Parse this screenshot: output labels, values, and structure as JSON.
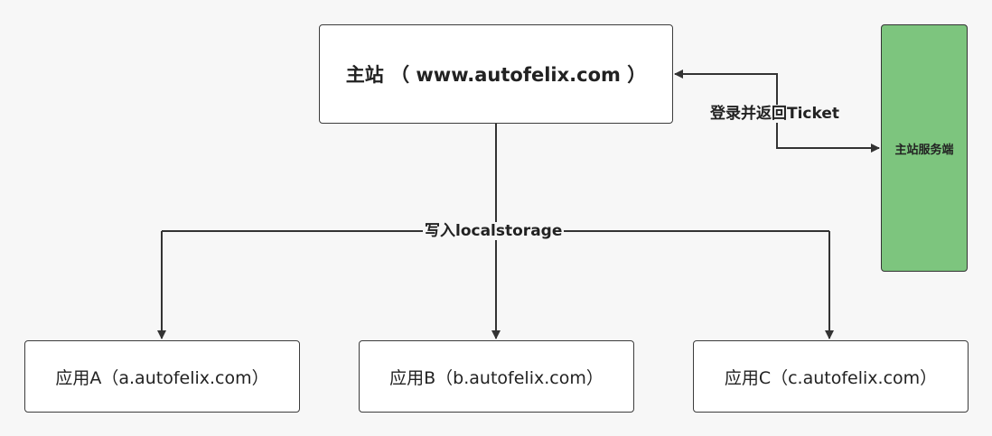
{
  "main_site": {
    "label": "主站 （ www.autofelix.com ）"
  },
  "server": {
    "label": "主站服务端"
  },
  "apps": [
    {
      "label": "应用A（a.autofelix.com）"
    },
    {
      "label": "应用B（b.autofelix.com）"
    },
    {
      "label": "应用C（c.autofelix.com）"
    }
  ],
  "edges": {
    "write_label": "写入localstorage",
    "login_label": "登录并返回Ticket"
  },
  "colors": {
    "server_fill": "#7dc57e",
    "line": "#333333",
    "background": "#f7f7f7"
  }
}
